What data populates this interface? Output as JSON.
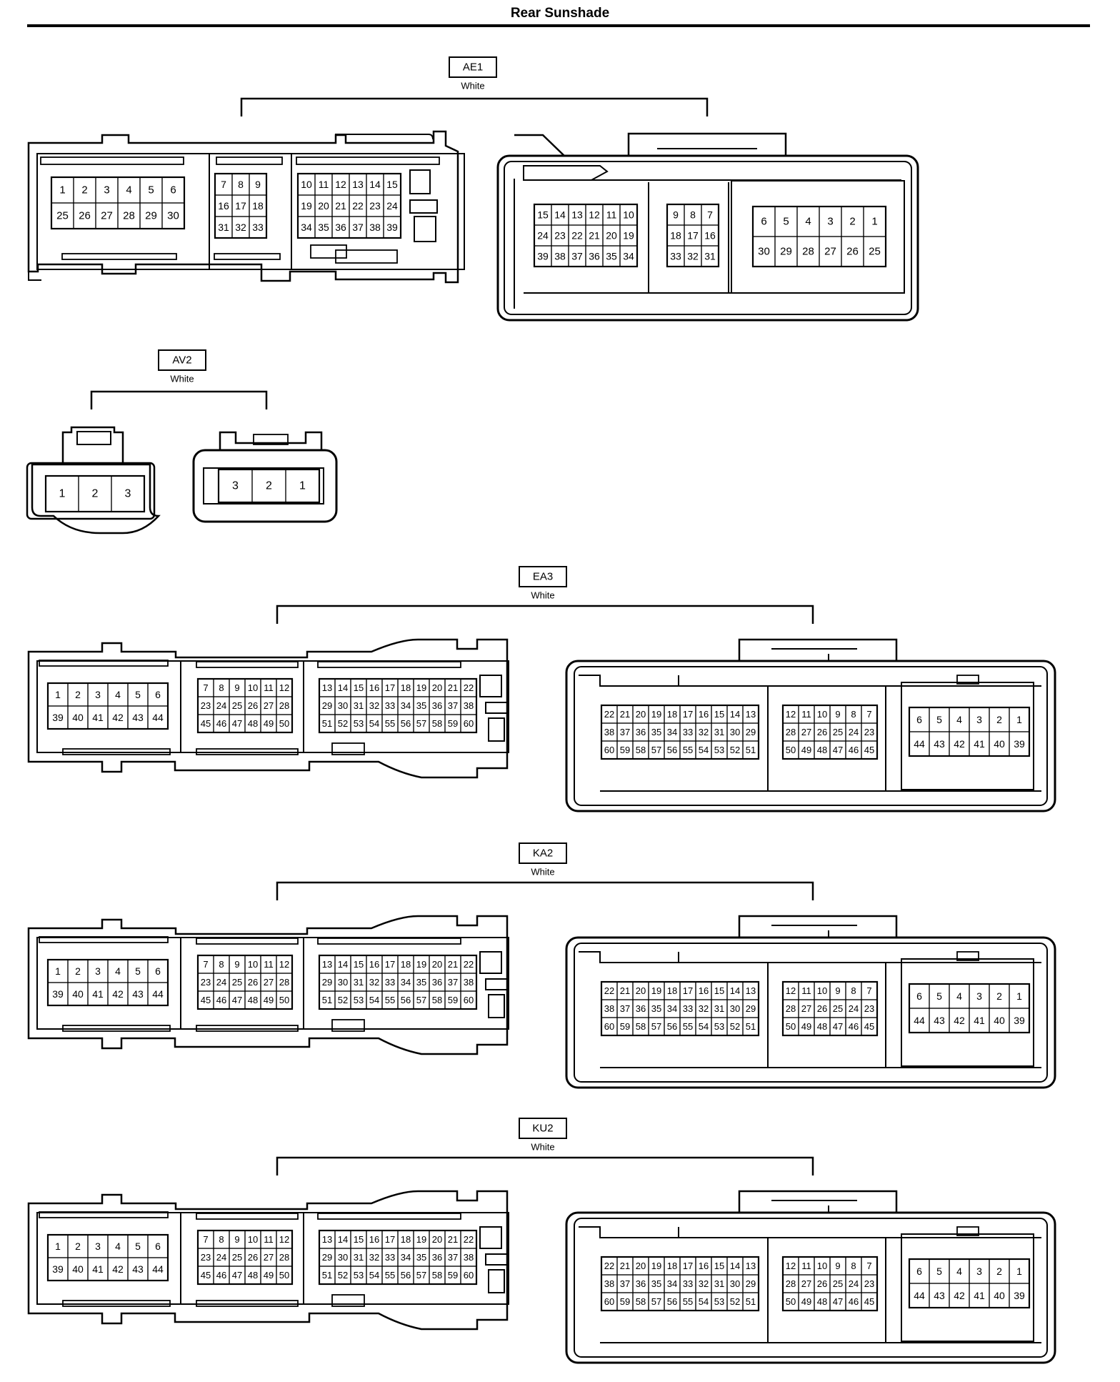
{
  "title": "Rear Sunshade",
  "connectors": [
    {
      "id": "AE1",
      "color": "White",
      "type": "ae1"
    },
    {
      "id": "AV2",
      "color": "White",
      "type": "av2"
    },
    {
      "id": "EA3",
      "color": "White",
      "type": "ea"
    },
    {
      "id": "KA2",
      "color": "White",
      "type": "ea"
    },
    {
      "id": "KU2",
      "color": "White",
      "type": "ea"
    }
  ],
  "pinouts": {
    "ae1_male": {
      "A": [
        [
          "1",
          "2",
          "3",
          "4",
          "5",
          "6"
        ],
        [
          "25",
          "26",
          "27",
          "28",
          "29",
          "30"
        ]
      ],
      "B": [
        [
          "7",
          "8",
          "9"
        ],
        [
          "16",
          "17",
          "18"
        ],
        [
          "31",
          "32",
          "33"
        ]
      ],
      "C": [
        [
          "10",
          "11",
          "12",
          "13",
          "14",
          "15"
        ],
        [
          "19",
          "20",
          "21",
          "22",
          "23",
          "24"
        ],
        [
          "34",
          "35",
          "36",
          "37",
          "38",
          "39"
        ]
      ]
    },
    "ae1_female": {
      "A": [
        [
          "15",
          "14",
          "13",
          "12",
          "11",
          "10"
        ],
        [
          "24",
          "23",
          "22",
          "21",
          "20",
          "19"
        ],
        [
          "39",
          "38",
          "37",
          "36",
          "35",
          "34"
        ]
      ],
      "B": [
        [
          "9",
          "8",
          "7"
        ],
        [
          "18",
          "17",
          "16"
        ],
        [
          "33",
          "32",
          "31"
        ]
      ],
      "C": [
        [
          "6",
          "5",
          "4",
          "3",
          "2",
          "1"
        ],
        [
          "30",
          "29",
          "28",
          "27",
          "26",
          "25"
        ]
      ]
    },
    "av2_male": [
      [
        "1",
        "2",
        "3"
      ]
    ],
    "av2_female": [
      [
        "3",
        "2",
        "1"
      ]
    ],
    "ea_male": {
      "A": [
        [
          "1",
          "2",
          "3",
          "4",
          "5",
          "6"
        ],
        [
          "39",
          "40",
          "41",
          "42",
          "43",
          "44"
        ]
      ],
      "B": [
        [
          "7",
          "8",
          "9",
          "10",
          "11",
          "12"
        ],
        [
          "23",
          "24",
          "25",
          "26",
          "27",
          "28"
        ],
        [
          "45",
          "46",
          "47",
          "48",
          "49",
          "50"
        ]
      ],
      "C": [
        [
          "13",
          "14",
          "15",
          "16",
          "17",
          "18",
          "19",
          "20",
          "21",
          "22"
        ],
        [
          "29",
          "30",
          "31",
          "32",
          "33",
          "34",
          "35",
          "36",
          "37",
          "38"
        ],
        [
          "51",
          "52",
          "53",
          "54",
          "55",
          "56",
          "57",
          "58",
          "59",
          "60"
        ]
      ]
    },
    "ea_female": {
      "A": [
        [
          "22",
          "21",
          "20",
          "19",
          "18",
          "17",
          "16",
          "15",
          "14",
          "13"
        ],
        [
          "38",
          "37",
          "36",
          "35",
          "34",
          "33",
          "32",
          "31",
          "30",
          "29"
        ],
        [
          "60",
          "59",
          "58",
          "57",
          "56",
          "55",
          "54",
          "53",
          "52",
          "51"
        ]
      ],
      "B": [
        [
          "12",
          "11",
          "10",
          "9",
          "8",
          "7"
        ],
        [
          "28",
          "27",
          "26",
          "25",
          "24",
          "23"
        ],
        [
          "50",
          "49",
          "48",
          "47",
          "46",
          "45"
        ]
      ],
      "C": [
        [
          "6",
          "5",
          "4",
          "3",
          "2",
          "1"
        ],
        [
          "44",
          "43",
          "42",
          "41",
          "40",
          "39"
        ]
      ]
    }
  }
}
